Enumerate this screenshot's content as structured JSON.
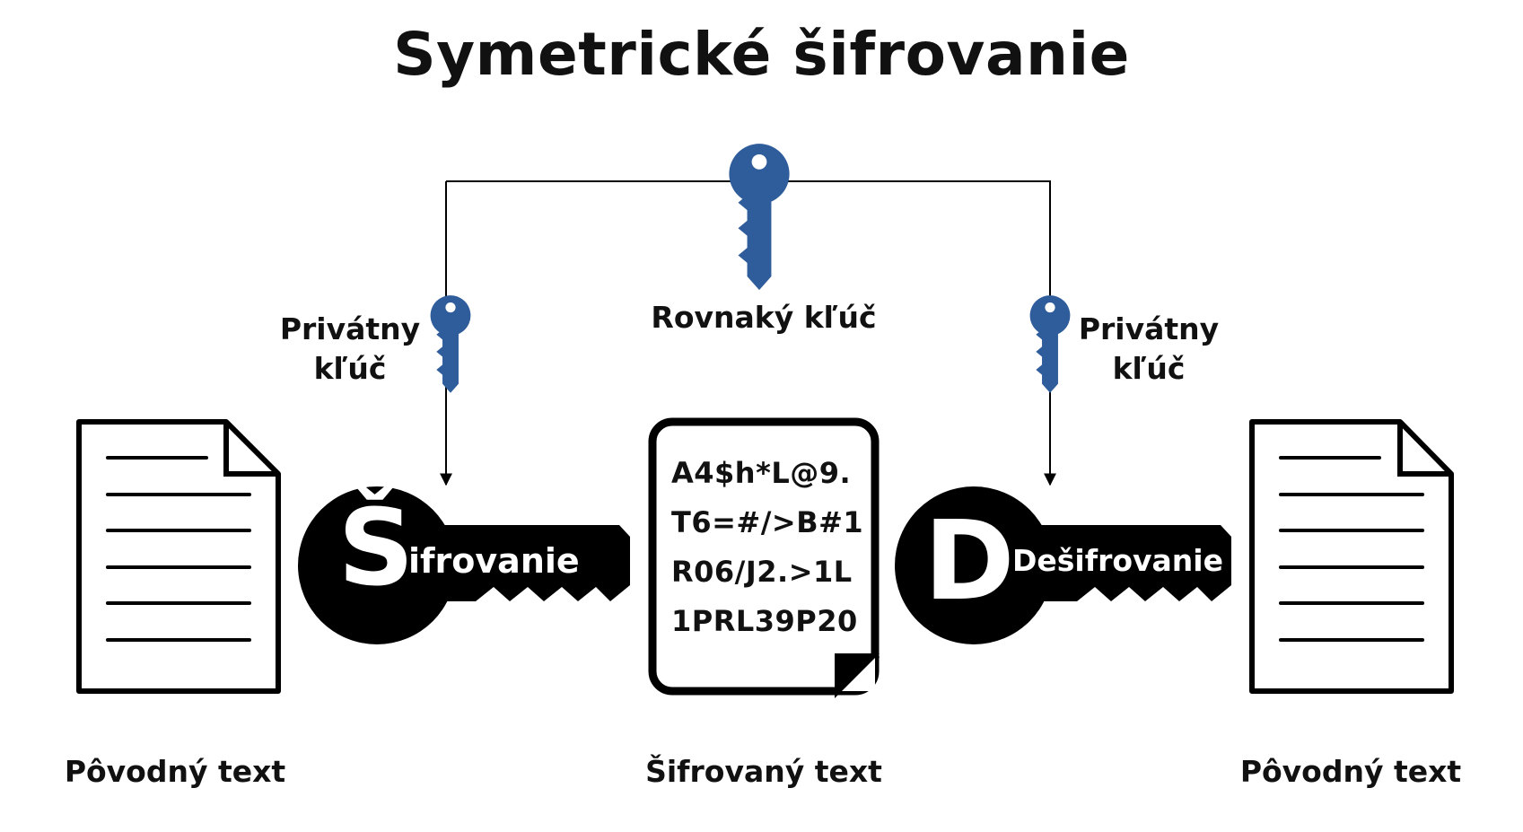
{
  "title": "Symetrické šifrovanie",
  "shared_key_label": "Rovnaký kľúč",
  "left_key_label": {
    "line1": "Privátny",
    "line2": "kľúč"
  },
  "right_key_label": {
    "line1": "Privátny",
    "line2": "kľúč"
  },
  "encrypt": {
    "letter": "Š",
    "rest": "ifrovanie"
  },
  "decrypt": {
    "letter": "D",
    "rest": "Dešifrovanie"
  },
  "ciphertext_lines": [
    "A4$h*L@9.",
    "T6=#/>B#1",
    "R06/J2.>1L",
    "1PRL39P20"
  ],
  "captions": {
    "left": "Pôvodný text",
    "middle": "Šifrovaný text",
    "right": "Pôvodný text"
  },
  "colors": {
    "key_blue": "#2f5d9c",
    "ink": "#000000"
  }
}
